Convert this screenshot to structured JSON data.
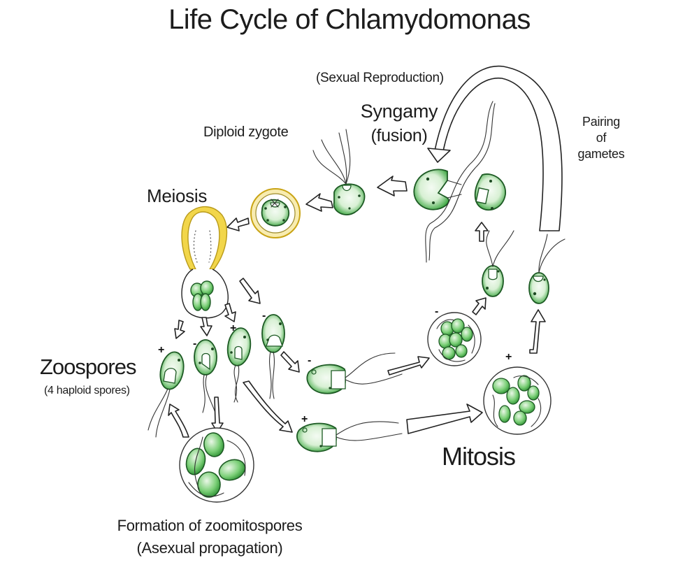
{
  "title": "Life Cycle of Chlamydomonas",
  "labels": {
    "sexual_reproduction": "(Sexual Reproduction)",
    "syngamy": "Syngamy",
    "fusion": "(fusion)",
    "diploid_zygote": "Diploid zygote",
    "pairing_line1": "Pairing",
    "pairing_line2": "of",
    "pairing_line3": "gametes",
    "meiosis": "Meiosis",
    "zoospores": "Zoospores",
    "zoospores_sub": "(4 haploid spores)",
    "mitosis": "Mitosis",
    "formation": "Formation of zoomitospores",
    "asexual": "(Asexual propagation)"
  },
  "signs": {
    "plus": "+",
    "minus": "-"
  },
  "colors": {
    "cell_green": "#3aa63f",
    "cell_light": "#e8f6e6",
    "wall_yellow": "#e8c832",
    "ink": "#222222"
  }
}
